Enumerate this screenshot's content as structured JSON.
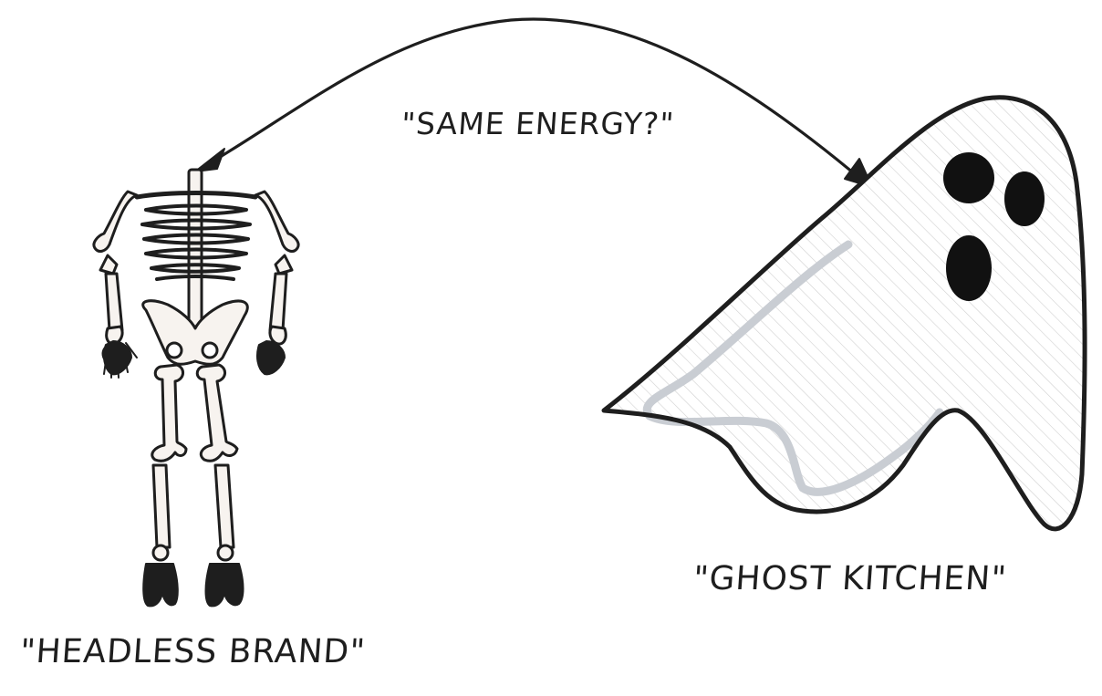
{
  "labels": {
    "top": "\"SAME ENERGY?\"",
    "ghost": "\"GHOST KITCHEN\"",
    "skeleton": "\"HEADLESS BRAND\""
  },
  "colors": {
    "ink": "#1e1e1e",
    "bone_fill": "#f7f3ef",
    "ghost_fill": "#ffffff",
    "ghost_hatch": "#c8c8c8",
    "ghost_shadow": "#c9cdd3"
  },
  "icons": {
    "left_figure": "skeleton-icon",
    "right_figure": "ghost-icon",
    "connector": "double-headed-arrow"
  }
}
